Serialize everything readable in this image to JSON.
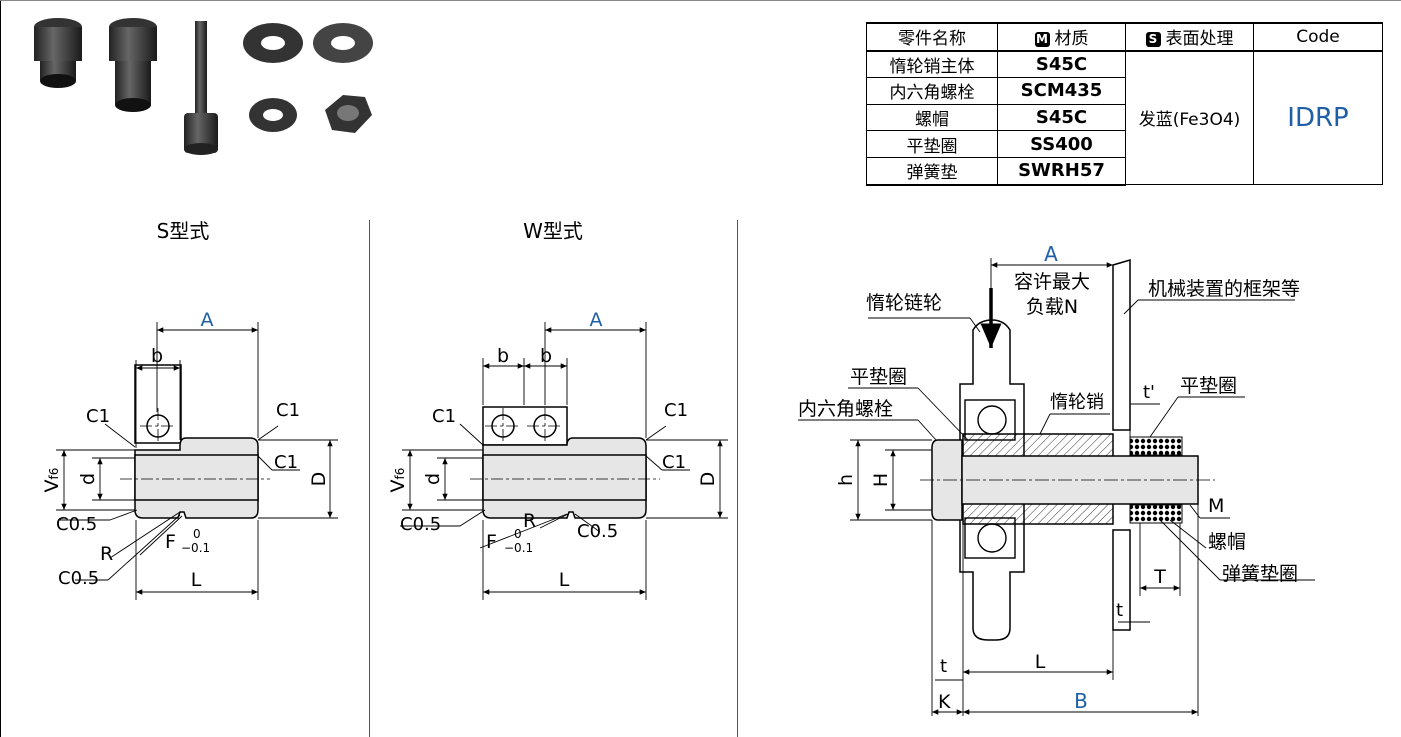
{
  "table": {
    "headers": {
      "name": "零件名称",
      "material": "材质",
      "material_icon": "M",
      "surface": "表面处理",
      "surface_icon": "S",
      "code": "Code"
    },
    "rows": [
      {
        "name": "惰轮销主体",
        "material": "S45C"
      },
      {
        "name": "内六角螺栓",
        "material": "SCM435"
      },
      {
        "name": "螺帽",
        "material": "S45C"
      },
      {
        "name": "平垫圈",
        "material": "SS400"
      },
      {
        "name": "弹簧垫",
        "material": "SWRH57"
      }
    ],
    "surface_value": "发蓝(Fe3O4)",
    "code_value": "IDRP"
  },
  "s_type": {
    "title": "S型式",
    "labels": {
      "A": "A",
      "b": "b",
      "C1a": "C1",
      "C1b": "C1",
      "C1c": "C1",
      "V": "V",
      "V_sub": "f6",
      "d": "d",
      "D": "D",
      "C05a": "C0.5",
      "C05b": "C0.5",
      "R": "R",
      "F": "F",
      "F_up": "0",
      "F_low": "−0.1",
      "L": "L"
    }
  },
  "w_type": {
    "title": "W型式",
    "labels": {
      "A": "A",
      "b1": "b",
      "b2": "b",
      "C1a": "C1",
      "C1b": "C1",
      "C1c": "C1",
      "V": "V",
      "V_sub": "f6",
      "d": "d",
      "D": "D",
      "C05a": "C0.5",
      "C05b": "C0.5",
      "R": "R",
      "F": "F",
      "F_up": "0",
      "F_low": "−0.1",
      "L": "L"
    }
  },
  "assembly": {
    "A": "A",
    "load1": "容许最大",
    "load2": "负载N",
    "sprocket": "惰轮链轮",
    "frame": "机械装置的框架等",
    "washer1": "平垫圈",
    "bolt": "内六角螺栓",
    "pin": "惰轮销",
    "tp": "t'",
    "washer2": "平垫圈",
    "h": "h",
    "H": "H",
    "M": "M",
    "nut": "螺帽",
    "spring": "弹簧垫圈",
    "T": "T",
    "t1": "t",
    "t2": "t",
    "L": "L",
    "K": "K",
    "B": "B"
  },
  "colors": {
    "accent": "#1f5fa8",
    "fill": "#e6e6e6"
  }
}
